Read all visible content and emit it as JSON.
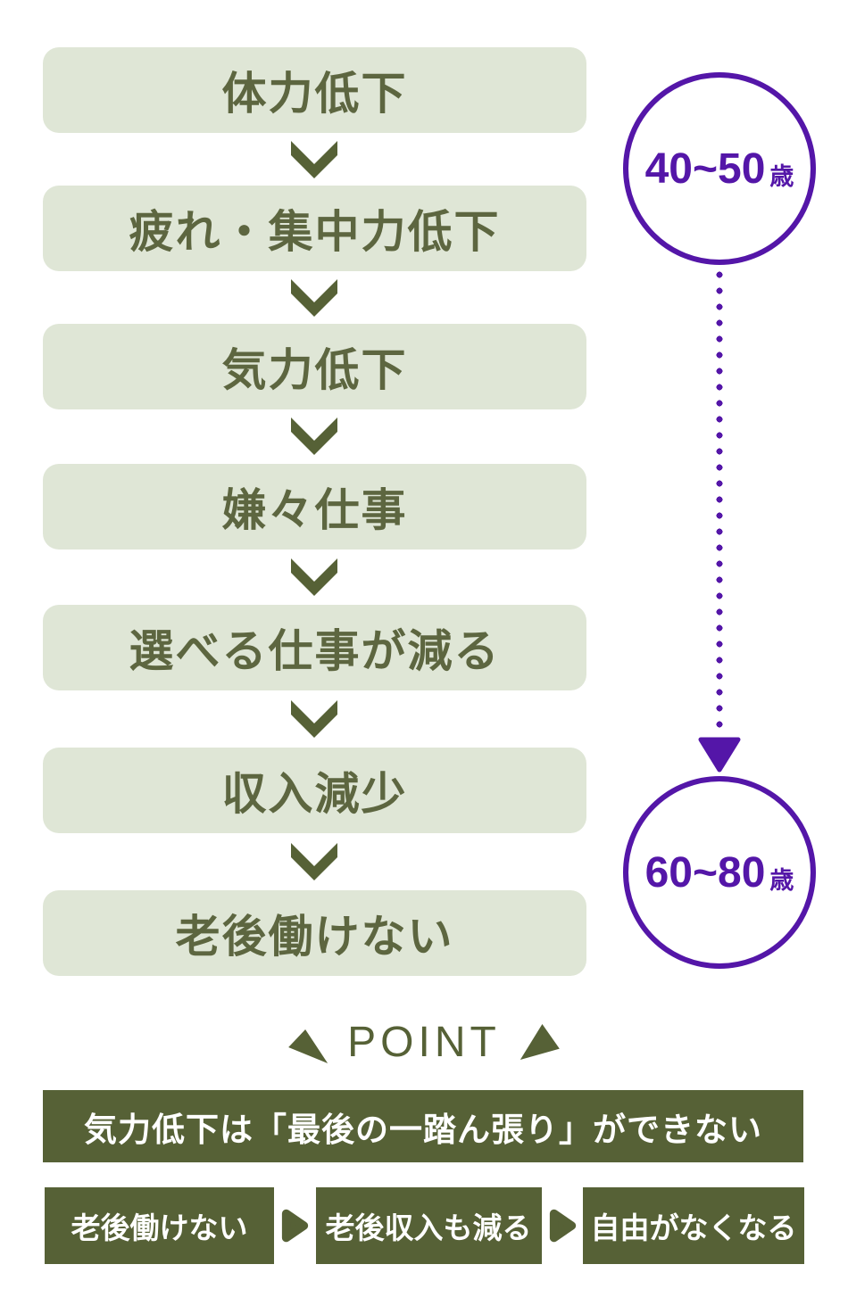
{
  "colors": {
    "light_box_bg": "#dfe6d6",
    "olive_text": "#5d6640",
    "olive_solid": "#566136",
    "purple_accent": "#5416a8",
    "white_text": "#ffffff"
  },
  "flow": {
    "steps": [
      "体力低下",
      "疲れ・集中力低下",
      "気力低下",
      "嫌々仕事",
      "選べる仕事が減る",
      "収入減少",
      "老後働けない"
    ]
  },
  "timeline": {
    "start": {
      "range": "40~50",
      "unit": "歳"
    },
    "end": {
      "range": "60~80",
      "unit": "歳"
    }
  },
  "point": {
    "label": "POINT"
  },
  "banner": {
    "text": "気力低下は「最後の一踏ん張り」ができない"
  },
  "chain": {
    "items": [
      "老後働けない",
      "老後収入も減る",
      "自由がなくなる"
    ]
  }
}
